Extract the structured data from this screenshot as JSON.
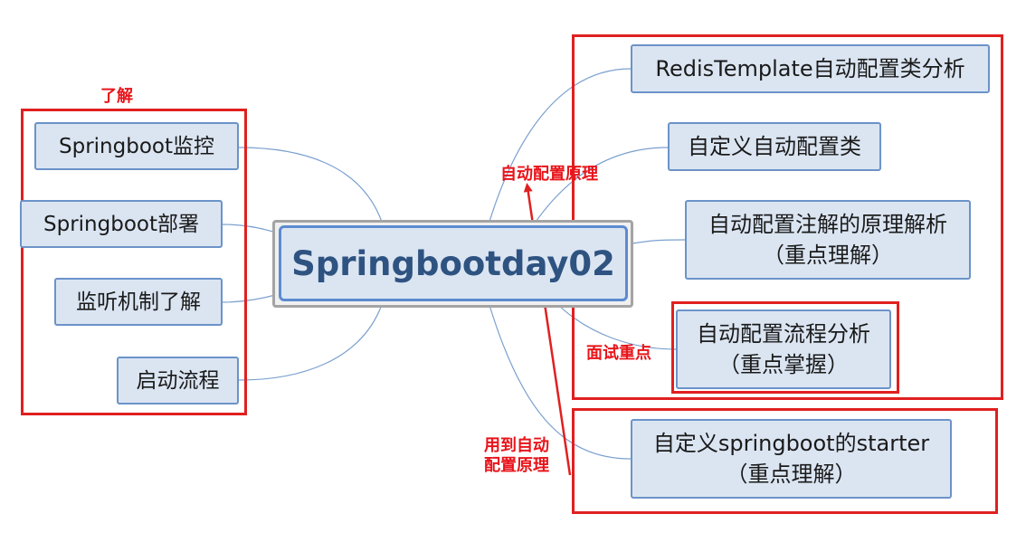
{
  "center": {
    "label": "Springbootday02"
  },
  "left_nodes": [
    {
      "label": "Springboot监控"
    },
    {
      "label": "Springboot部署"
    },
    {
      "label": "监听机制了解"
    },
    {
      "label": "启动流程"
    }
  ],
  "right_nodes": [
    {
      "label": "RedisTemplate自动配置类分析"
    },
    {
      "label": "自定义自动配置类"
    },
    {
      "line1": "自动配置注解的原理解析",
      "line2": "（重点理解）"
    },
    {
      "line1": "自动配置流程分析",
      "line2": "（重点掌握）"
    },
    {
      "line1": "自定义springboot的starter",
      "line2": "（重点理解）"
    }
  ],
  "annotations": {
    "understand": "了解",
    "auto_config_principle": "自动配置原理",
    "interview_focus": "面试重点",
    "uses_line1": "用到自动",
    "uses_line2": "配置原理"
  },
  "colors": {
    "node_fill": "#dbe5f2",
    "node_border": "#6b93c9",
    "center_text": "#2e5381",
    "wire": "#7ba0cf",
    "annotation_red": "#e02020"
  }
}
